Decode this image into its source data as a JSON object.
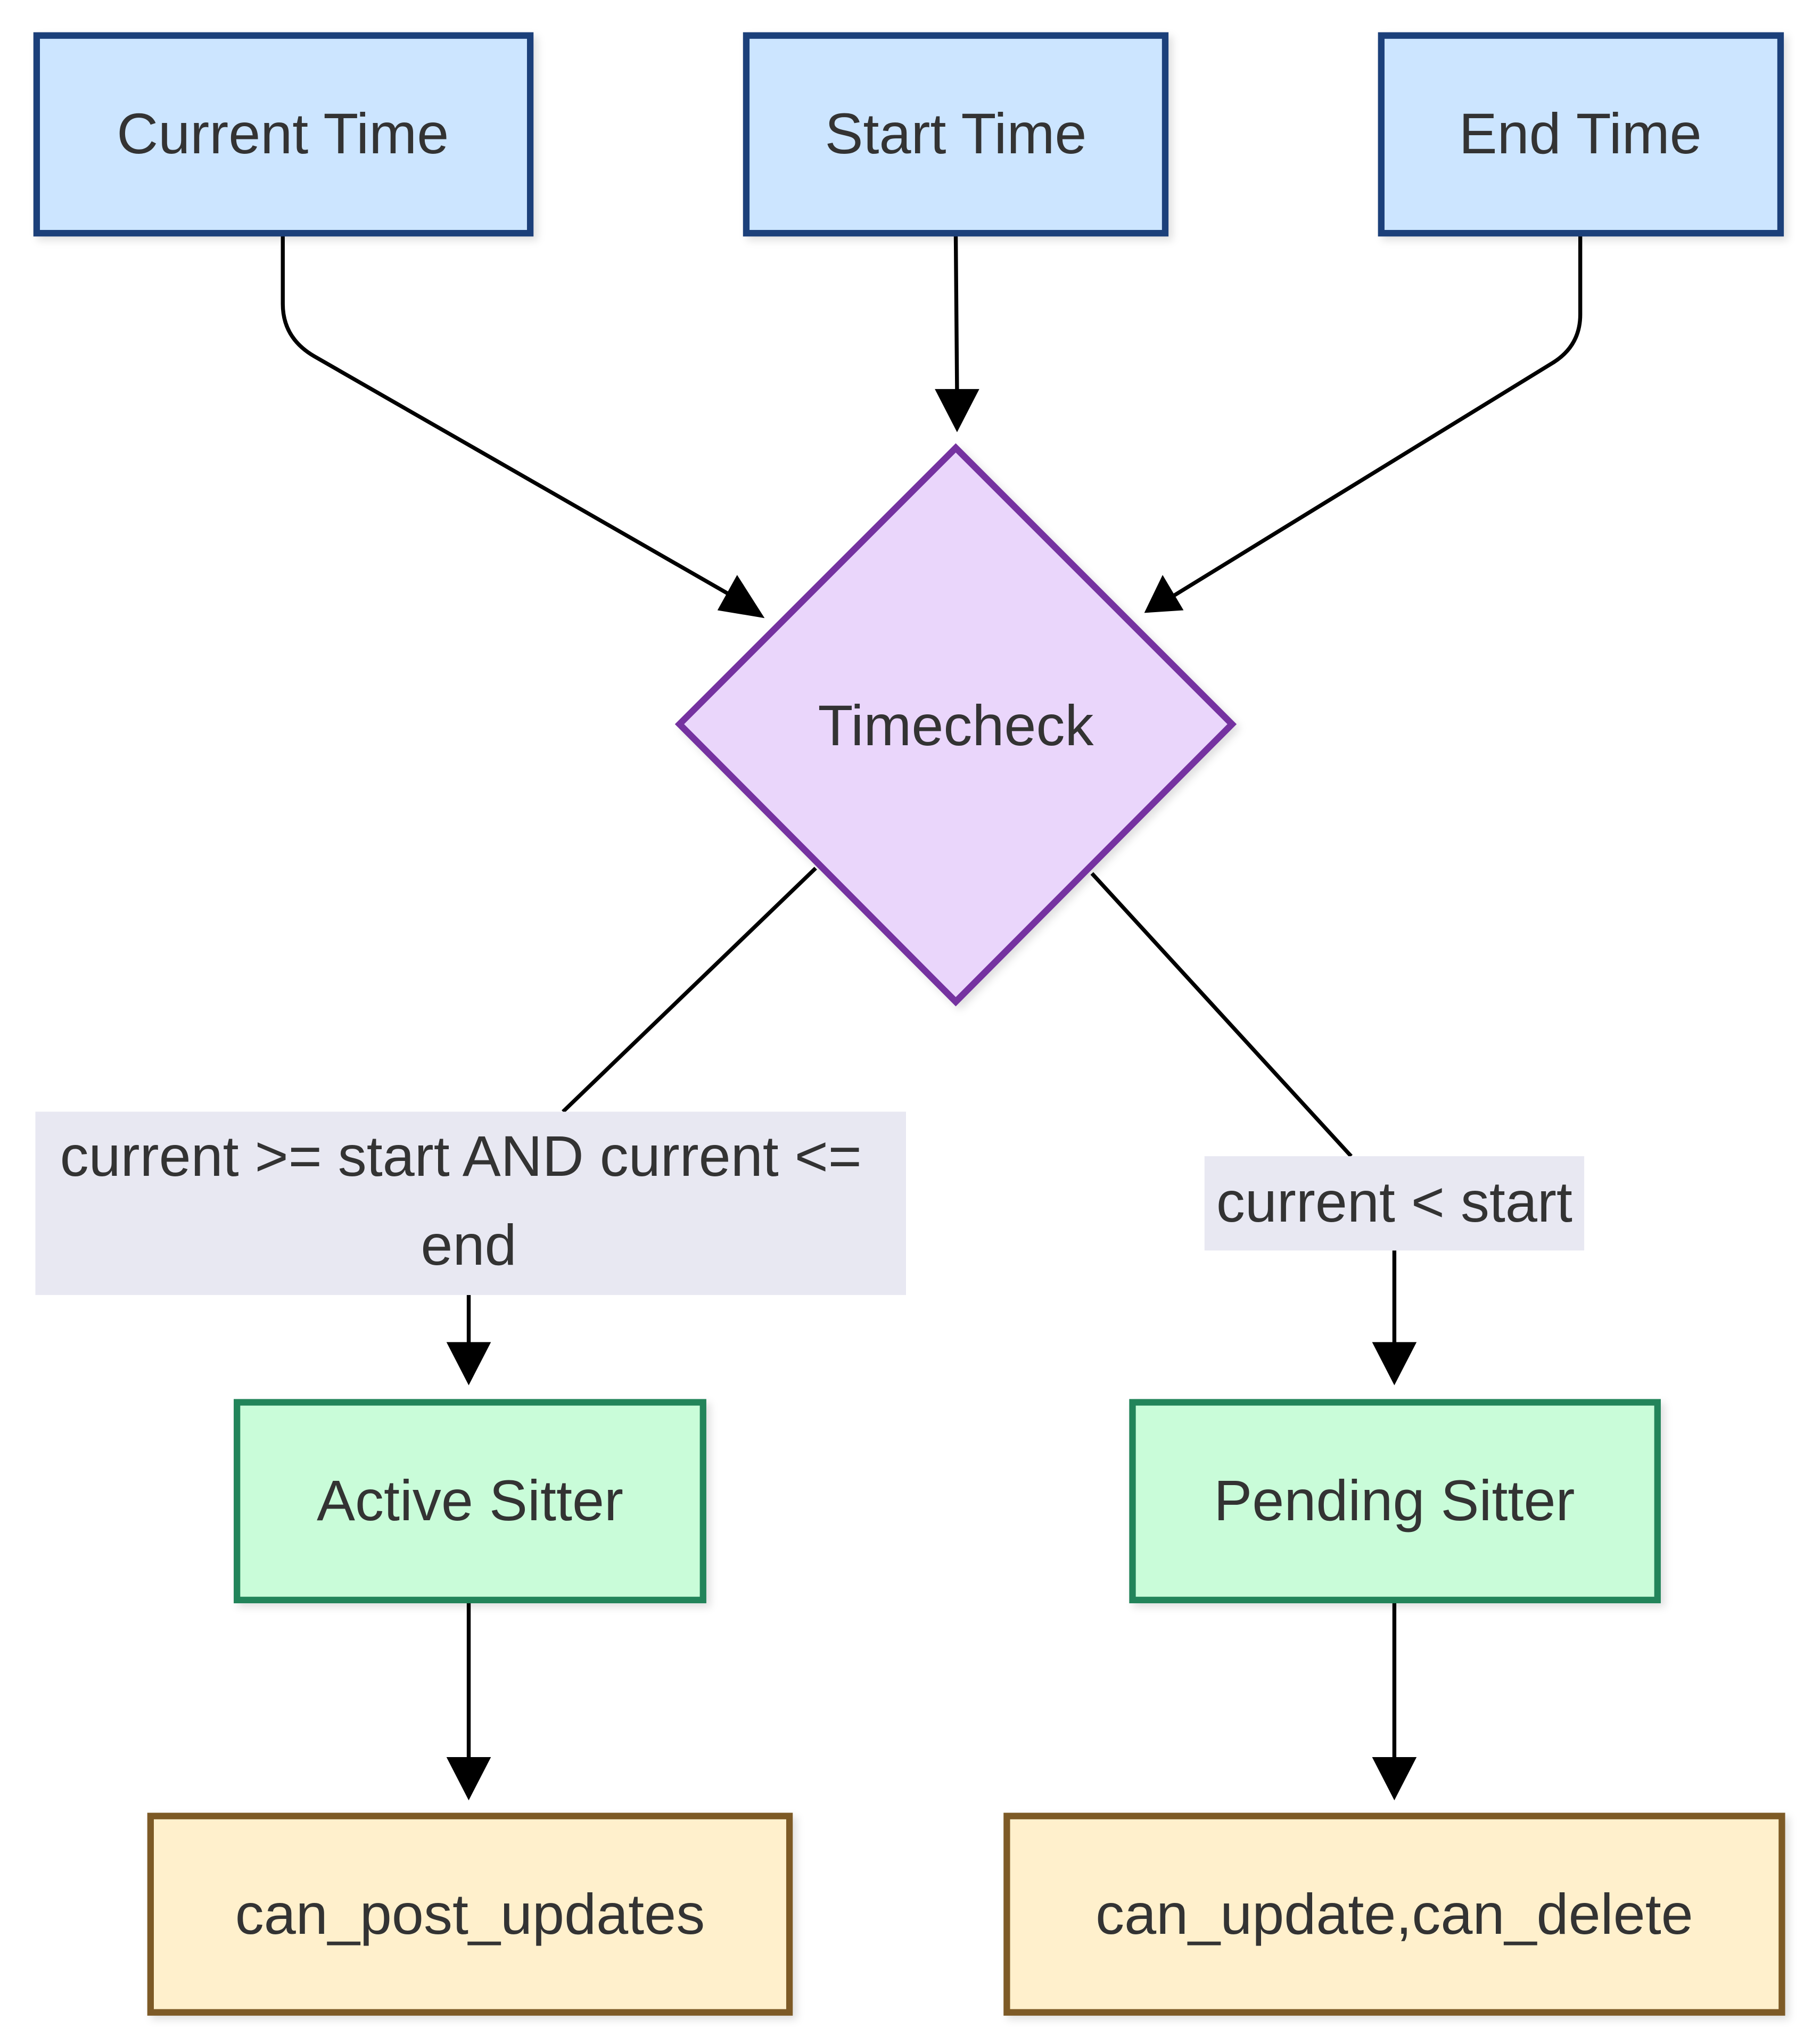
{
  "diagram": {
    "type": "flowchart",
    "nodes": [
      {
        "id": "current_time",
        "label": "Current Time",
        "shape": "rect",
        "fill": "#cce5ff",
        "stroke": "#1f3f7a"
      },
      {
        "id": "start_time",
        "label": "Start Time",
        "shape": "rect",
        "fill": "#cce5ff",
        "stroke": "#1f3f7a"
      },
      {
        "id": "end_time",
        "label": "End Time",
        "shape": "rect",
        "fill": "#cce5ff",
        "stroke": "#1f3f7a"
      },
      {
        "id": "timecheck",
        "label": "Timecheck",
        "shape": "diamond",
        "fill": "#ead6fb",
        "stroke": "#7431a0"
      },
      {
        "id": "active_sitter",
        "label": "Active Sitter",
        "shape": "rect",
        "fill": "#c9fcd9",
        "stroke": "#23845a"
      },
      {
        "id": "pending_sitter",
        "label": "Pending Sitter",
        "shape": "rect",
        "fill": "#c9fcd9",
        "stroke": "#23845a"
      },
      {
        "id": "can_post_updates",
        "label": "can_post_updates",
        "shape": "rect",
        "fill": "#fff0cc",
        "stroke": "#7d5a25"
      },
      {
        "id": "can_update_delete",
        "label": "can_update,can_delete",
        "shape": "rect",
        "fill": "#fff0cc",
        "stroke": "#7d5a25"
      }
    ],
    "edges": [
      {
        "from": "current_time",
        "to": "timecheck",
        "label": ""
      },
      {
        "from": "start_time",
        "to": "timecheck",
        "label": ""
      },
      {
        "from": "end_time",
        "to": "timecheck",
        "label": ""
      },
      {
        "from": "timecheck",
        "to": "active_sitter",
        "label_lines": [
          "current >= start AND current <=",
          "end"
        ]
      },
      {
        "from": "timecheck",
        "to": "pending_sitter",
        "label_lines": [
          "current < start"
        ]
      },
      {
        "from": "active_sitter",
        "to": "can_post_updates",
        "label": ""
      },
      {
        "from": "pending_sitter",
        "to": "can_update_delete",
        "label": ""
      }
    ],
    "colors": {
      "edge": "#000000",
      "edge_label_bg": "#e8e8f2",
      "text": "#333333"
    }
  }
}
